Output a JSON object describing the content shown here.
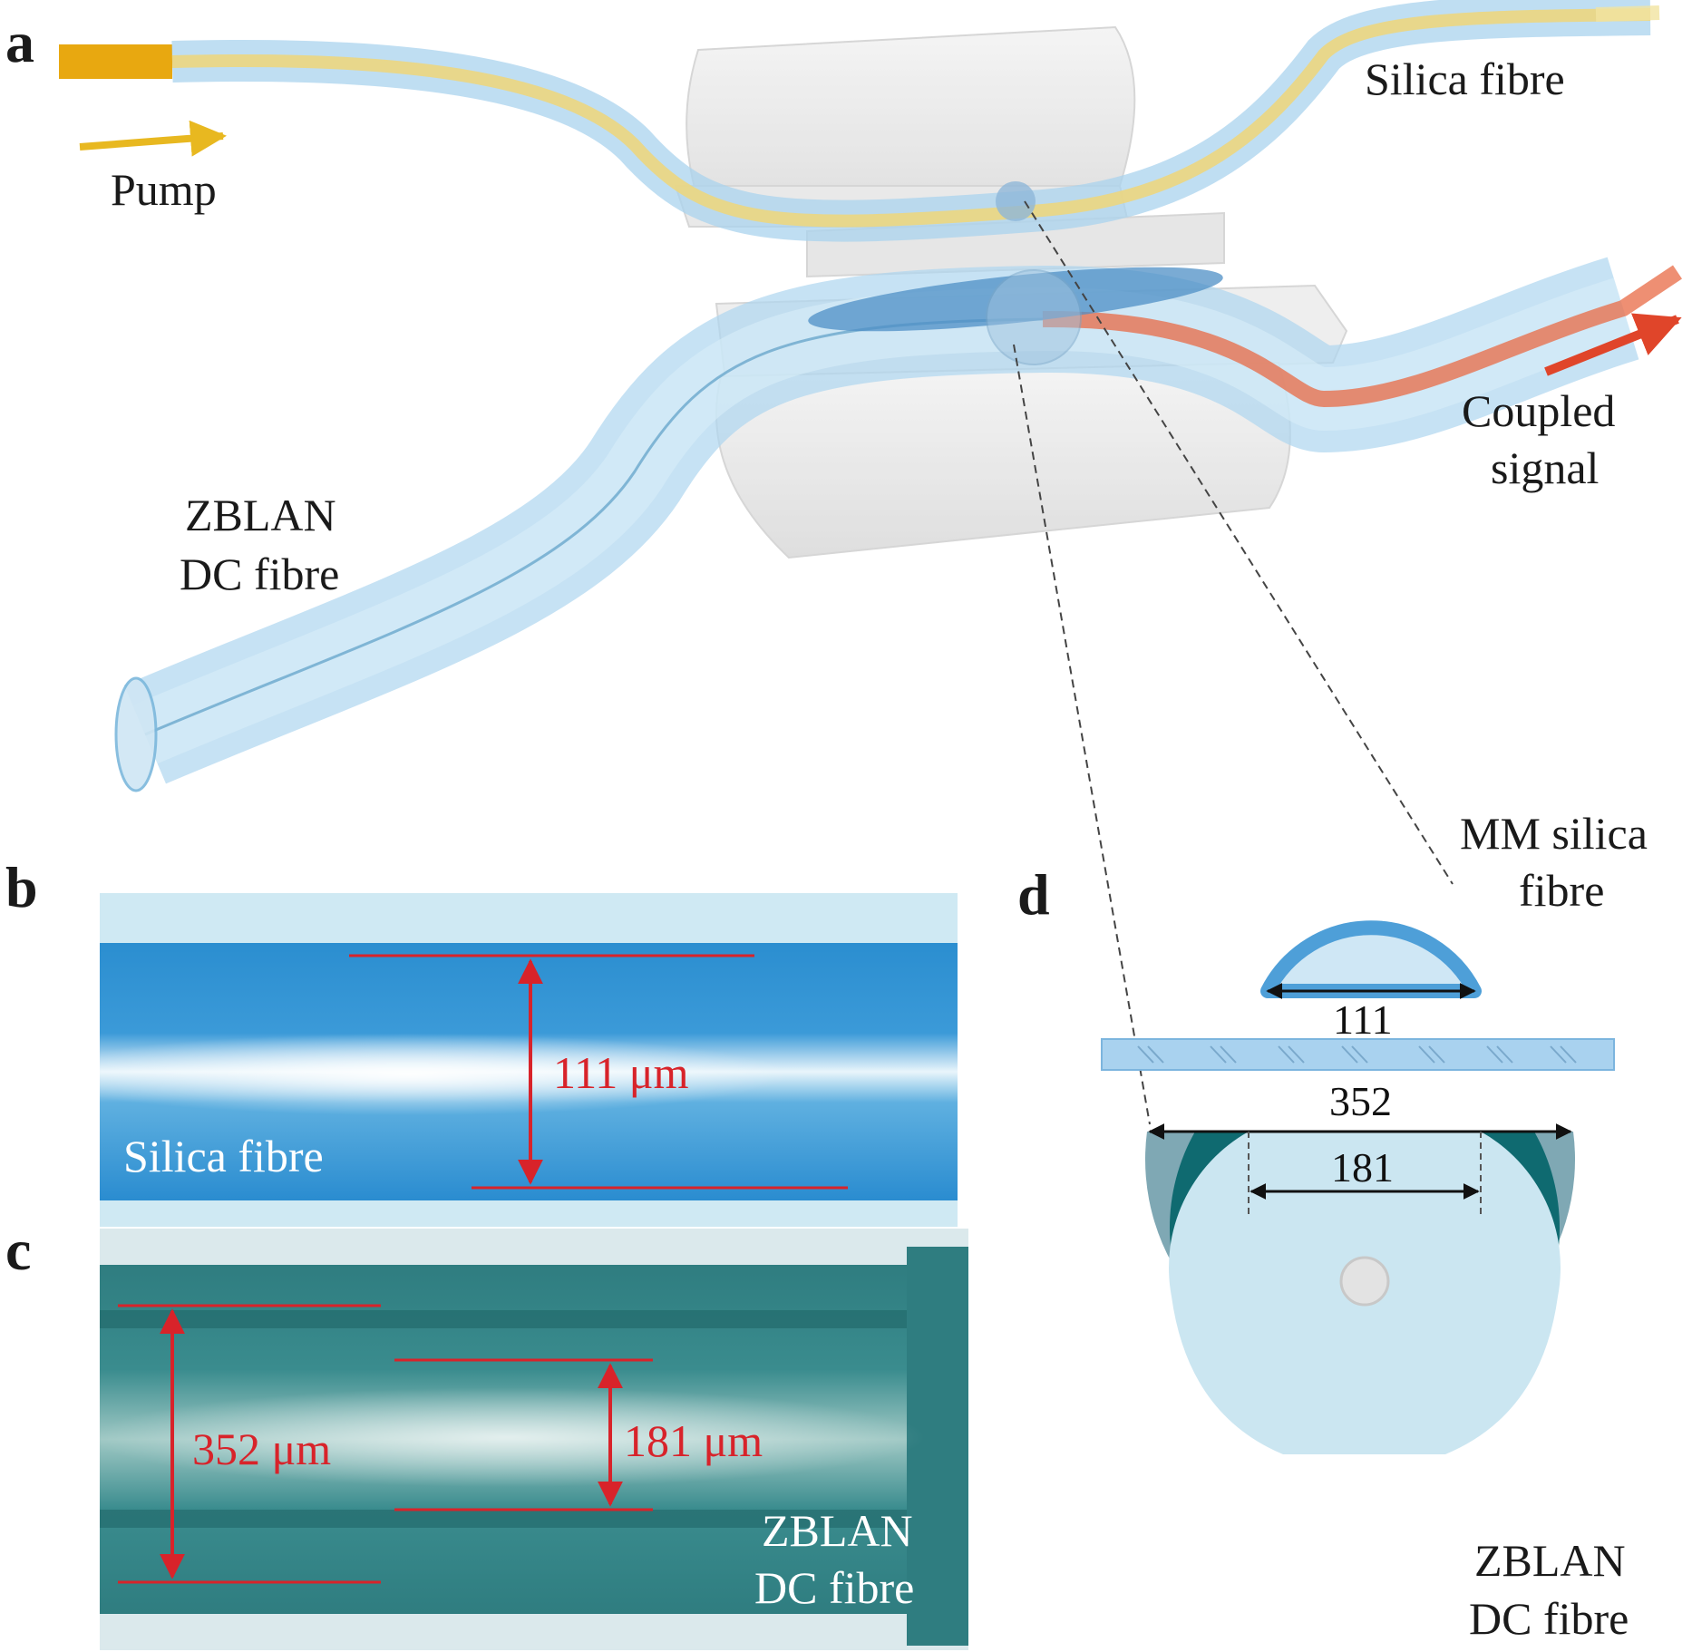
{
  "panels": {
    "a": {
      "letter": "a",
      "pump_label": "Pump",
      "silica_label": "Silica fibre",
      "coupled_label_line1": "Coupled",
      "coupled_label_line2": "signal",
      "zblan_label_line1": "ZBLAN",
      "zblan_label_line2": "DC fibre"
    },
    "b": {
      "letter": "b",
      "measurement": "111 μm",
      "fibre_label": "Silica fibre"
    },
    "c": {
      "letter": "c",
      "outer_measurement": "352 μm",
      "inner_measurement": "181 μm",
      "fibre_label_line1": "ZBLAN",
      "fibre_label_line2": "DC fibre"
    },
    "d": {
      "letter": "d",
      "mm_label_line1": "MM silica",
      "mm_label_line2": "fibre",
      "dim_silica": "111",
      "dim_outer": "352",
      "dim_inner": "181",
      "zblan_label_line1": "ZBLAN",
      "zblan_label_line2": "DC fibre"
    }
  },
  "colors": {
    "pump": "#e8b820",
    "signal": "#e0452a",
    "fibre_sheath": "#8cc4e8",
    "dimension_red": "#d8232a",
    "zblan_outer": "#7fa8b4",
    "zblan_clad": "#0f6a70",
    "zblan_core_area": "#cbe6f1",
    "silica_cap": "#5aa8dc"
  }
}
